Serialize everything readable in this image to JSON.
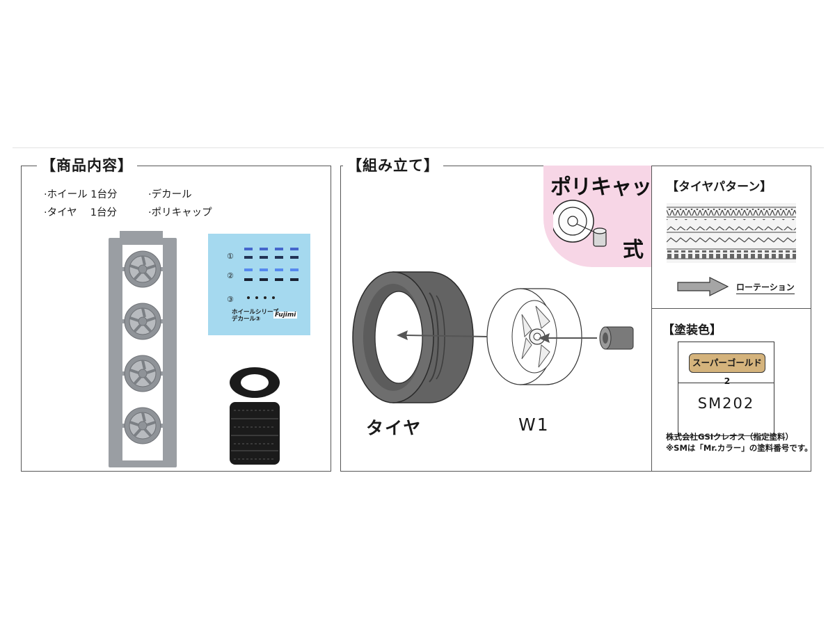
{
  "contents": {
    "title": "【商品内容】",
    "items": [
      "·ホイール 1台分",
      "·デカール",
      "·タイヤ　 1台分",
      "·ポリキャップ"
    ],
    "decal": {
      "rows": [
        "①",
        "②",
        "③"
      ],
      "label_line1": "ホイールシリーズ",
      "label_line2": "デカール③",
      "brand": "Fujimi"
    }
  },
  "assembly": {
    "title": "【組み立て】",
    "polycap_line1": "ポリキャップ",
    "polycap_line2": "式",
    "tire_label": "タイヤ",
    "wheel_label": "W1"
  },
  "tire_pattern": {
    "title": "【タイヤパターン】",
    "rotation_label": "ローテーション"
  },
  "paint": {
    "title": "【塗装色】",
    "color_name": "スーパーゴールド2",
    "color_code": "SM202",
    "color_hex": "#d4b37c",
    "note_line1": "株式会社GSIクレオス（指定塗料）",
    "note_line2": "※SMは「Mr.カラー」の塗料番号です。"
  }
}
